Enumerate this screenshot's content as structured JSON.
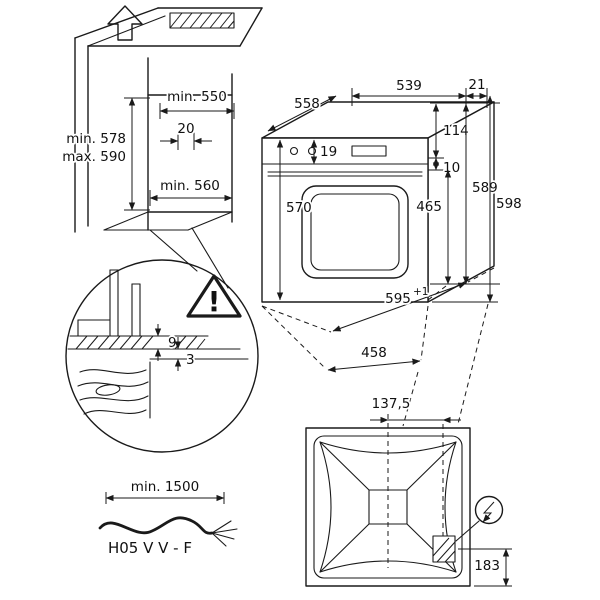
{
  "figure": {
    "kind": "built-in oven installation diagram"
  },
  "cabinet": {
    "min550": "min. 550",
    "d20": "20",
    "min578": "min. 578",
    "max590": "max. 590",
    "min560": "min. 560"
  },
  "oven": {
    "d558": "558",
    "d539": "539",
    "d21": "21",
    "d19": "19",
    "d114": "114",
    "d10": "10",
    "d589": "589",
    "d598": "598",
    "d570": "570",
    "d465": "465",
    "d595": "595",
    "d595tol": "+1",
    "d458": "458"
  },
  "detail": {
    "d9": "9",
    "d3": "3",
    "warn": "!"
  },
  "cable": {
    "len": "min. 1500",
    "type": "H05 V V - F"
  },
  "rear": {
    "off137": "137,5",
    "d183": "183"
  },
  "colors": {
    "line": "#1a1a1a",
    "background": "#ffffff"
  }
}
